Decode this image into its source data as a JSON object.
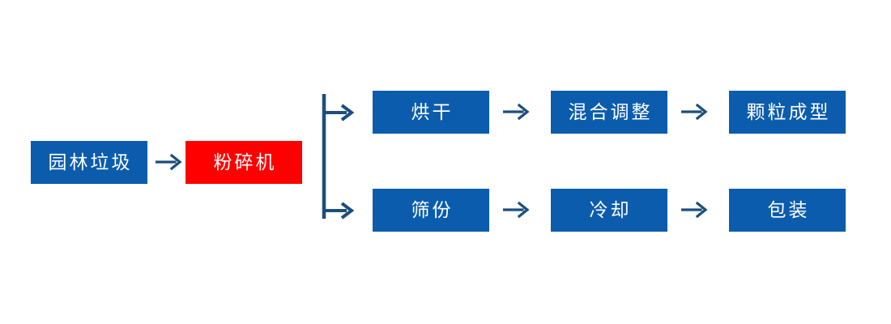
{
  "diagram": {
    "type": "process-flowchart",
    "orientation": "left-to-right",
    "background_color": "#FFFFFF",
    "colors": {
      "node_blue": "#0B5CAD",
      "node_red": "#FF0000",
      "node_text": "#FFFFFF",
      "arrow": "#1B4E7E",
      "connector": "#1B4E7E"
    },
    "nodes": {
      "source": {
        "label": "园林垃圾",
        "color": "#0B5CAD"
      },
      "crusher": {
        "label": "粉碎机",
        "color": "#FF0000"
      },
      "dry": {
        "label": "烘干",
        "color": "#0B5CAD"
      },
      "mix": {
        "label": "混合调整",
        "color": "#0B5CAD"
      },
      "pellet": {
        "label": "颗粒成型",
        "color": "#0B5CAD"
      },
      "screen": {
        "label": "筛份",
        "color": "#0B5CAD"
      },
      "cool": {
        "label": "冷却",
        "color": "#0B5CAD"
      },
      "pack": {
        "label": "包装",
        "color": "#0B5CAD"
      }
    },
    "icons": {
      "arrow_right": "arrow-right-icon",
      "branch_split": "branch-split-connector-icon"
    }
  }
}
